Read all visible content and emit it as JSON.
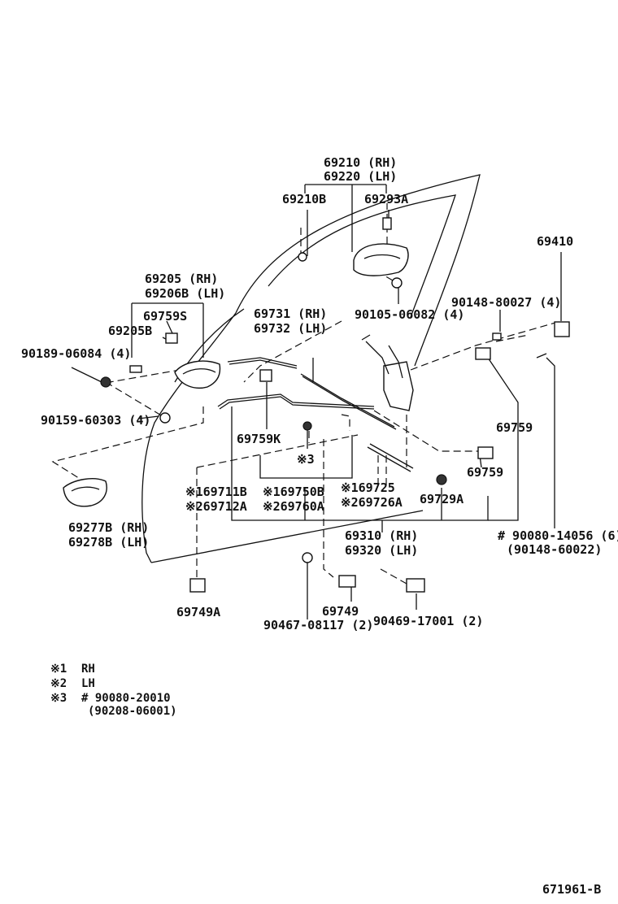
{
  "labels": {
    "l69210": "69210 (RH)",
    "l69220": "69220 (LH)",
    "l69210B": "69210B",
    "l69293A": "69293A",
    "l69410": "69410",
    "l69205": "69205   (RH)",
    "l69206B": "69206B (LH)",
    "l69759S": "69759S",
    "l69205B": "69205B",
    "l69731": "69731 (RH)",
    "l69732": "69732 (LH)",
    "l90105": "90105-06082 (4)",
    "l90148_80027": "90148-80027 (4)",
    "l90189": "90189-06084 (4)",
    "l90159": "90159-60303 (4)",
    "l69759K": "69759K",
    "l69759_a": "69759",
    "l69759_b": "69759",
    "l3": "※3",
    "l169711B": "※169711B",
    "l269712A": "※269712A",
    "l169750B": "※169750B",
    "l269760A": "※269760A",
    "l169725": "※169725",
    "l269726A": "※269726A",
    "l69729A": "69729A",
    "l69277B": "69277B (RH)",
    "l69278B": "69278B (LH)",
    "l69310": "69310 (RH)",
    "l69320": "69320 (LH)",
    "l90080_14056": "# 90080-14056 (6)",
    "l90148_60022": "(90148-60022)",
    "l69749A": "69749A",
    "l69749": "69749",
    "l90467": "90467-08117 (2)",
    "l90469": "90469-17001 (2)"
  },
  "notes": [
    {
      "mark": "※1",
      "text": "RH"
    },
    {
      "mark": "※2",
      "text": "LH"
    },
    {
      "mark": "※3",
      "text": "# 90080-20010"
    },
    {
      "mark": "",
      "text": "(90208-06001)"
    }
  ],
  "figure_code": "671961-B"
}
